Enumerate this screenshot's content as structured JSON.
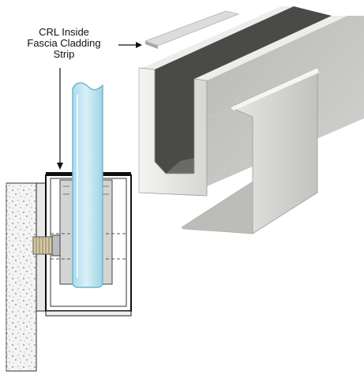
{
  "callout": {
    "lines": [
      "CRL Inside",
      "Fascia Cladding",
      "Strip"
    ]
  },
  "colors": {
    "aluminum_light": "#e9e9e7",
    "aluminum_mid": "#c6c6c3",
    "aluminum_dark": "#8e8e8b",
    "channel_interior": "#4a4a48",
    "glass": "#bfe6f2",
    "glass_edge": "#7cc3d9",
    "concrete": "#f2f2f2",
    "line": "#111111"
  },
  "icons": [
    "arrow-right-icon",
    "arrow-down-icon"
  ]
}
